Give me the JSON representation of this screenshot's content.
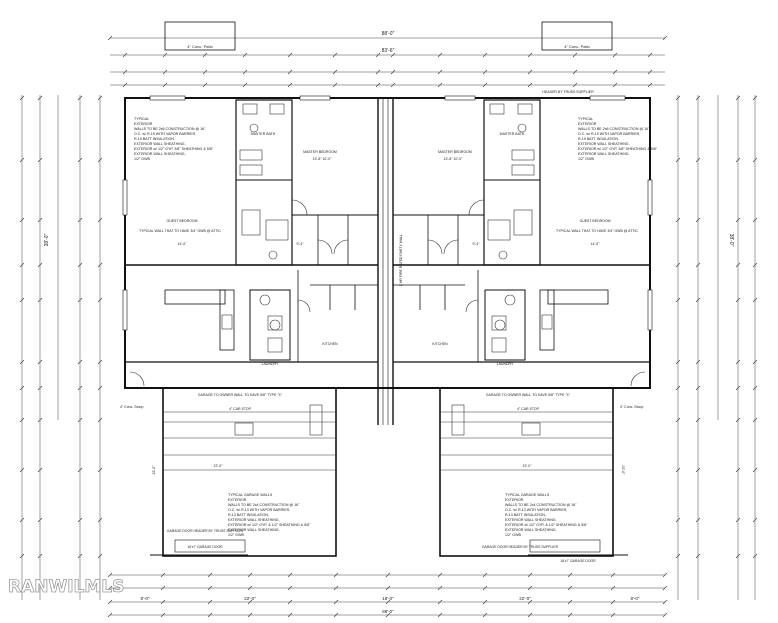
{
  "plan": {
    "overall_dimension": "88'-0\"",
    "top_dimension": "83'-6\"",
    "left_patio_label": "4\" Conc. Patio",
    "right_patio_label": "4\" Conc. Patio",
    "header_label": "HEADER BY TRUSS SUPPLIER",
    "units": [
      {
        "wall_note": [
          "TYPICAL",
          "EXTERIOR",
          "WALLS TO BE 2x6 CONSTRUCTION @ 16\"",
          "O.C. w/ R-19 WITH VAPOR BARRIER,",
          "R-19 BATT INSULATION,",
          "EXTERIOR WALL SHEATHING,",
          "EXTERIOR w/ 1/2\" GYP, 3/8\" SHEATHING & 5/8\"",
          "EXTERIOR WALL SHEATHING,",
          "1/2\" GWB"
        ],
        "master_bath": "MASTER BATH",
        "master_bedroom": "MASTER BEDROOM",
        "master_bedroom_dim": "13'-8\" 10'-0\"",
        "guest_bedroom": "GUEST BEDROOM",
        "guest_bedroom_dim": "14'-0\"",
        "bedroom_note": "TYPICAL WALL THAT TO HAVE 3/4\" GWB @ ATTIC",
        "closet_dim": "9'-4\"",
        "kitchen": "KITCHEN",
        "laundry": "LAUNDRY",
        "garage_wall_note": "GARAGE TO OWNER WALL TO HAVE 5/8\" TYPE \"X\"",
        "garage_stop": "4\" CAR STOP",
        "garage_note": [
          "TYPICAL GARAGE WALLS",
          "EXTERIOR",
          "WALLS TO BE 2x4 CONSTRUCTION @ 16\"",
          "O.C. w/ R-13 WITH VAPOR BARRIER,",
          "R-13 BATT INSULATION,",
          "EXTERIOR WALL SHEATHING,",
          "EXTERIOR w/ 1/2\" GYP, & 1/2\" SHEATHING & 5/8\"",
          "EXTERIOR WALL SHEATHING,",
          "1/2\" GWB"
        ],
        "garage_door_label": "GARAGE DOOR HEADER BY TRUSS SUPPLIER",
        "garage_door_size": "16'x7' GARAGE DOOR",
        "garage_width": "22'-0\"",
        "garage_depth": "22'-0\"",
        "stoop_label": "4\" Conc. Stoop"
      },
      {
        "wall_note": [
          "TYPICAL",
          "EXTERIOR",
          "WALLS TO BE 2x6 CONSTRUCTION @ 16\"",
          "O.C. w/ R-19 WITH VAPOR BARRIER,",
          "R-19 BATT INSULATION,",
          "EXTERIOR WALL SHEATHING,",
          "EXTERIOR w/ 1/2\" GYP, 3/8\" SHEATHING & 5/8\"",
          "EXTERIOR WALL SHEATHING,",
          "1/2\" GWB"
        ],
        "master_bath": "MASTER BATH",
        "master_bedroom": "MASTER BEDROOM",
        "master_bedroom_dim": "13'-8\" 10'-0\"",
        "guest_bedroom": "GUEST BEDROOM",
        "guest_bedroom_dim": "14'-0\"",
        "bedroom_note": "TYPICAL WALL THAT TO HAVE 3/4\" GWB @ ATTIC",
        "closet_dim": "9'-4\"",
        "kitchen": "KITCHEN",
        "laundry": "LAUNDRY",
        "garage_wall_note": "GARAGE TO OWNER WALL TO HAVE 5/8\" TYPE \"X\"",
        "garage_stop": "4\" CAR STOP",
        "garage_note": [
          "TYPICAL GARAGE WALLS",
          "EXTERIOR",
          "WALLS TO BE 2x4 CONSTRUCTION @ 16\"",
          "O.C. w/ R-13 WITH VAPOR BARRIER,",
          "R-13 BATT INSULATION,",
          "EXTERIOR WALL SHEATHING,",
          "EXTERIOR w/ 1/2\" GYP, & 1/2\" SHEATHING & 5/8\"",
          "EXTERIOR WALL SHEATHING,",
          "1/2\" GWB"
        ],
        "garage_door_label": "GARAGE DOOR HEADER BY TRUSS SUPPLIER",
        "garage_door_size": "16'x7' GARAGE DOOR",
        "garage_width": "22'-0\"",
        "garage_depth": "22'-0\"",
        "stoop_label": "4\" Conc. Stoop"
      }
    ],
    "side_dim_left": "38'-0\"",
    "side_dim_right": "38'-0\"",
    "bottom_dims": [
      "8'-0\"",
      "22'-0\"",
      "18'-0\"",
      "22'-0\"",
      "8'-0\""
    ],
    "bottom_overall": "88'-0\"",
    "party_wall_note": "2 HR FIRE RATED PARTY WALL",
    "watermark": "RANWILMLS"
  }
}
